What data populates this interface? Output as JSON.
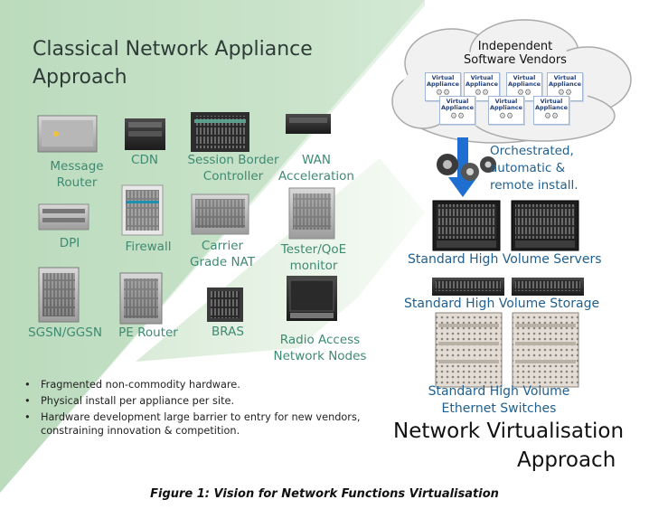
{
  "classical": {
    "title_line1": "Classical Network Appliance",
    "title_line2": "Approach",
    "appliances": [
      {
        "line1": "Message",
        "line2": "Router"
      },
      {
        "line1": "CDN",
        "line2": ""
      },
      {
        "line1": "Session Border",
        "line2": "Controller"
      },
      {
        "line1": "WAN",
        "line2": "Acceleration"
      },
      {
        "line1": "DPI",
        "line2": ""
      },
      {
        "line1": "Firewall",
        "line2": ""
      },
      {
        "line1": "Carrier",
        "line2": "Grade NAT"
      },
      {
        "line1": "Tester/QoE",
        "line2": "monitor"
      },
      {
        "line1": "SGSN/GGSN",
        "line2": ""
      },
      {
        "line1": "PE Router",
        "line2": ""
      },
      {
        "line1": "BRAS",
        "line2": ""
      },
      {
        "line1": "Radio Access",
        "line2": "Network Nodes"
      }
    ],
    "bullets": [
      "Fragmented non-commodity hardware.",
      "Physical install per appliance per site.",
      "Hardware development large barrier to entry for new vendors, constraining innovation & competition."
    ]
  },
  "virtualisation": {
    "isv_line1": "Independent",
    "isv_line2": "Software Vendors",
    "virtual_appliance_line1": "Virtual",
    "virtual_appliance_line2": "Appliance",
    "orchestration_line1": "Orchestrated,",
    "orchestration_line2": "automatic &",
    "orchestration_line3": "remote install.",
    "servers_label": "Standard High Volume Servers",
    "storage_label": "Standard High Volume Storage",
    "switches_line1": "Standard High Volume",
    "switches_line2": "Ethernet Switches",
    "title_line1": "Network Virtualisation",
    "title_line2": "Approach"
  },
  "caption": "Figure 1: Vision for Network Functions Virtualisation",
  "colors": {
    "green_region": "#bfdcc0",
    "green_text": "#3f8a73",
    "blue_text": "#1f5f8f",
    "arrow": "#1e6fd0",
    "cloud": "#f2f2f2"
  }
}
